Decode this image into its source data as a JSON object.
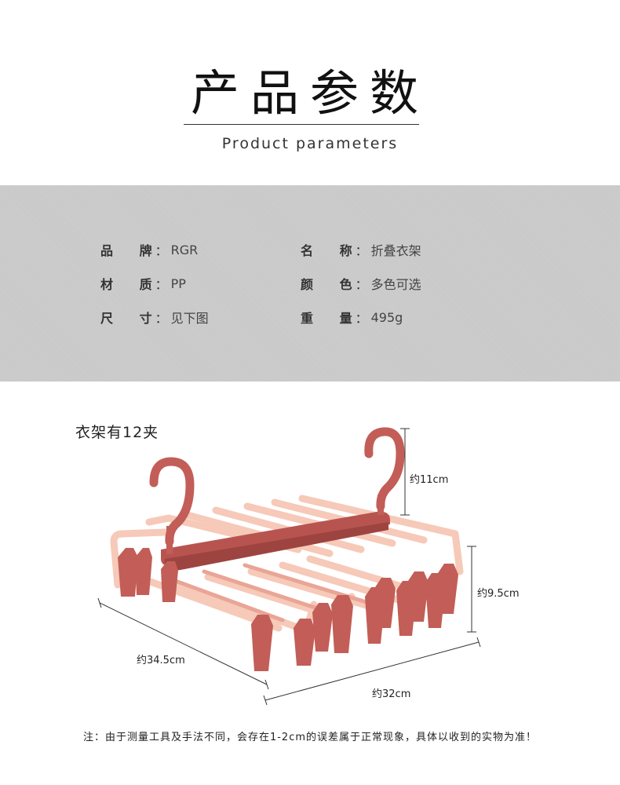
{
  "header": {
    "title": "产品参数",
    "subtitle": "Product parameters"
  },
  "specs": [
    {
      "label": "品 牌",
      "value": "RGR"
    },
    {
      "label": "材 质",
      "value": "PP"
    },
    {
      "label": "尺 寸",
      "value": "见下图"
    },
    {
      "label": "名 称",
      "value": "折叠衣架"
    },
    {
      "label": "颜 色",
      "value": "多色可选"
    },
    {
      "label": "重 量",
      "value": "495g"
    }
  ],
  "colors": {
    "band": "#c9c9c9",
    "hanger_dark": "#c25e57",
    "hanger_light": "#f6c9b8"
  },
  "product": {
    "caption": "衣架有12夹",
    "dims": {
      "hook_height": "约11cm",
      "body_height": "约9.5cm",
      "depth": "约34.5cm",
      "width": "约32cm"
    }
  },
  "footer": {
    "note": "注：由于测量工具及手法不同，会存在1-2cm的误差属于正常现象，具体以收到的实物为准！"
  }
}
